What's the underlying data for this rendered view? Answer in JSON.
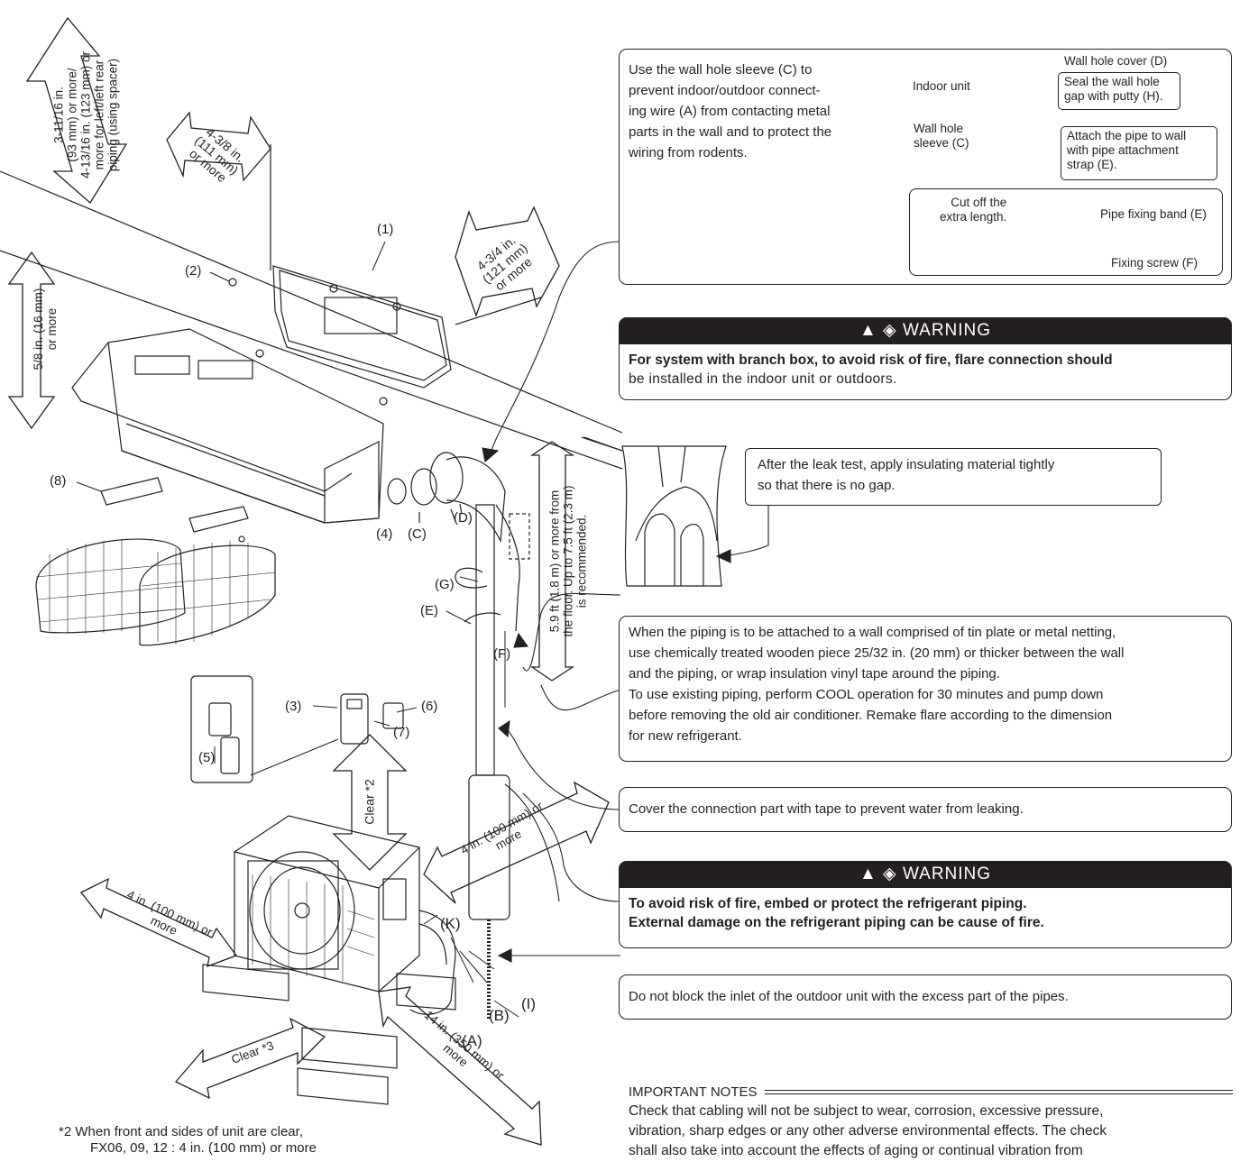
{
  "dimensions": {
    "top_left": [
      "3-11/16 in.",
      "(93 mm) or more/",
      "4-13/16 in. (123 mm) or",
      "more for left/left rear",
      "piping (using spacer)"
    ],
    "top_mid": [
      "4-3/8 in.",
      "(111 mm)",
      "or more"
    ],
    "right_side": [
      "4-3/4 in.",
      "(121 mm)",
      "or more"
    ],
    "ceiling": [
      "5/8 in. (16 mm)",
      "or more"
    ],
    "floor": [
      "5.9 ft (1.8 m) or more from",
      "the floor. Up to 7.5 ft (2.3 m)",
      "is recommended."
    ],
    "clear2": "Clear *2",
    "back_100": [
      "4 in. (100 mm) or",
      "more"
    ],
    "left_100": [
      "4 in. (100 mm) or",
      "more"
    ],
    "clear3": "Clear *3",
    "front_350": [
      "14 in. (350 mm) or",
      "more"
    ]
  },
  "part_labels": {
    "p1": "(1)",
    "p2": "(2)",
    "p3": "(3)",
    "p4": "(4)",
    "p5": "(5)",
    "p6": "(6)",
    "p7": "(7)",
    "p8": "(8)",
    "C": "(C)",
    "D": "(D)",
    "G": "(G)",
    "E": "(E)",
    "F": "(F)",
    "K": "(K)",
    "B": "(B)",
    "A": "(A)",
    "I": "(I)"
  },
  "footnote": [
    "*2 When front and sides of unit are clear,",
    "FX06, 09, 12 : 4 in. (100 mm) or more"
  ],
  "sleeve_box": {
    "text": [
      "Use the wall hole sleeve (C) to",
      "prevent indoor/outdoor connect-",
      "ing wire (A) from contacting metal",
      "parts in the wall and to protect the",
      "wiring from rodents."
    ],
    "indoor_unit": "Indoor unit",
    "wall_hole_sleeve": [
      "Wall hole",
      "sleeve (C)"
    ],
    "wall_hole_cover": "Wall hole cover (D)",
    "seal": [
      "Seal the wall hole",
      "gap with putty (H)."
    ],
    "attach": [
      "Attach the pipe to wall",
      "with pipe attachment",
      "strap (E)."
    ],
    "cut_off": [
      "Cut off the",
      "extra length."
    ],
    "pipe_band": "Pipe fixing band (E)",
    "fixing_screw": "Fixing screw (F)"
  },
  "warning1": {
    "heading": "WARNING",
    "line1_bold": "For system with branch box, to avoid risk of fire, flare connection should",
    "line2": "be installed in the indoor unit or outdoors."
  },
  "insulating_note": [
    "After the leak test, apply insulating material tightly",
    "so that there is no gap."
  ],
  "piping_note": [
    "When the piping is to be attached to a wall comprised of tin plate or metal netting,",
    "use chemically treated wooden piece 25/32 in. (20 mm) or thicker between the wall",
    "and the piping, or wrap insulation vinyl tape around the piping.",
    "To use existing piping, perform COOL operation for 30 minutes and pump down",
    "before removing the old air conditioner. Remake flare according to the dimension",
    "for new refrigerant."
  ],
  "tape_note": "Cover the connection part with tape to prevent water from leaking.",
  "warning2": {
    "heading": "WARNING",
    "line1": "To avoid risk of fire, embed or protect the refrigerant piping.",
    "line2": "External damage on the refrigerant piping can be cause of fire."
  },
  "inlet_note": "Do not block the inlet of the outdoor unit with the excess part of the pipes.",
  "important": {
    "heading": "IMPORTANT NOTES",
    "lines": [
      "Check that cabling will not be subject to wear, corrosion, excessive pressure,",
      "vibration, sharp edges or any other adverse environmental effects. The check",
      "shall also take into account the effects of aging or continual vibration from"
    ]
  },
  "colors": {
    "ink": "#231f20",
    "warning_bg": "#231f20",
    "warning_text": "#ffffff"
  }
}
